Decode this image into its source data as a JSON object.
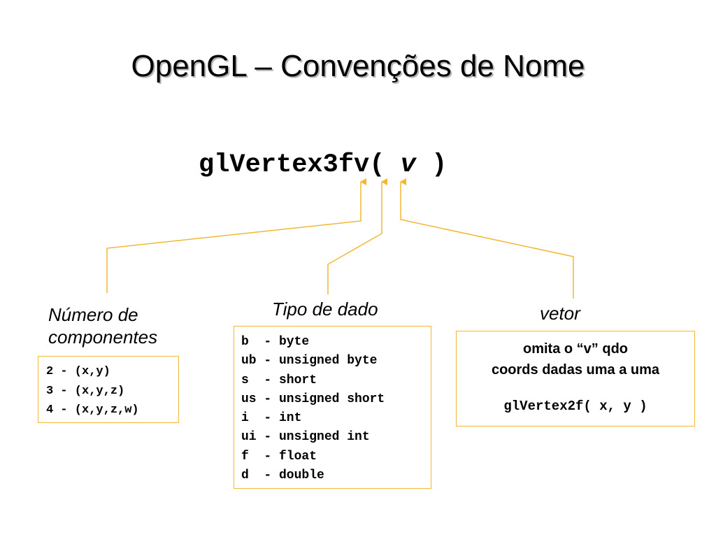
{
  "title": "OpenGL – Convenções de Nome",
  "function_call": {
    "prefix": "glVertex3fv( ",
    "argument": "v",
    "suffix": " )"
  },
  "annotations": {
    "components": {
      "label_line1": "Número de",
      "label_line2": "componentes",
      "items": [
        "2 - (x,y)",
        "3 - (x,y,z)",
        "4 - (x,y,z,w)"
      ]
    },
    "data_type": {
      "label": "Tipo de dado",
      "items": [
        "b  - byte",
        "ub - unsigned byte",
        "s  - short",
        "us - unsigned short",
        "i  - int",
        "ui - unsigned int",
        "f  - float",
        "d  - double"
      ]
    },
    "vector": {
      "label": "vetor",
      "text_line1": "omita o “v” qdo",
      "text_line2": "coords dadas uma a uma",
      "example": "glVertex2f( x, y )"
    }
  },
  "colors": {
    "connector": "#f2b733",
    "box_border": "#f2b733"
  }
}
